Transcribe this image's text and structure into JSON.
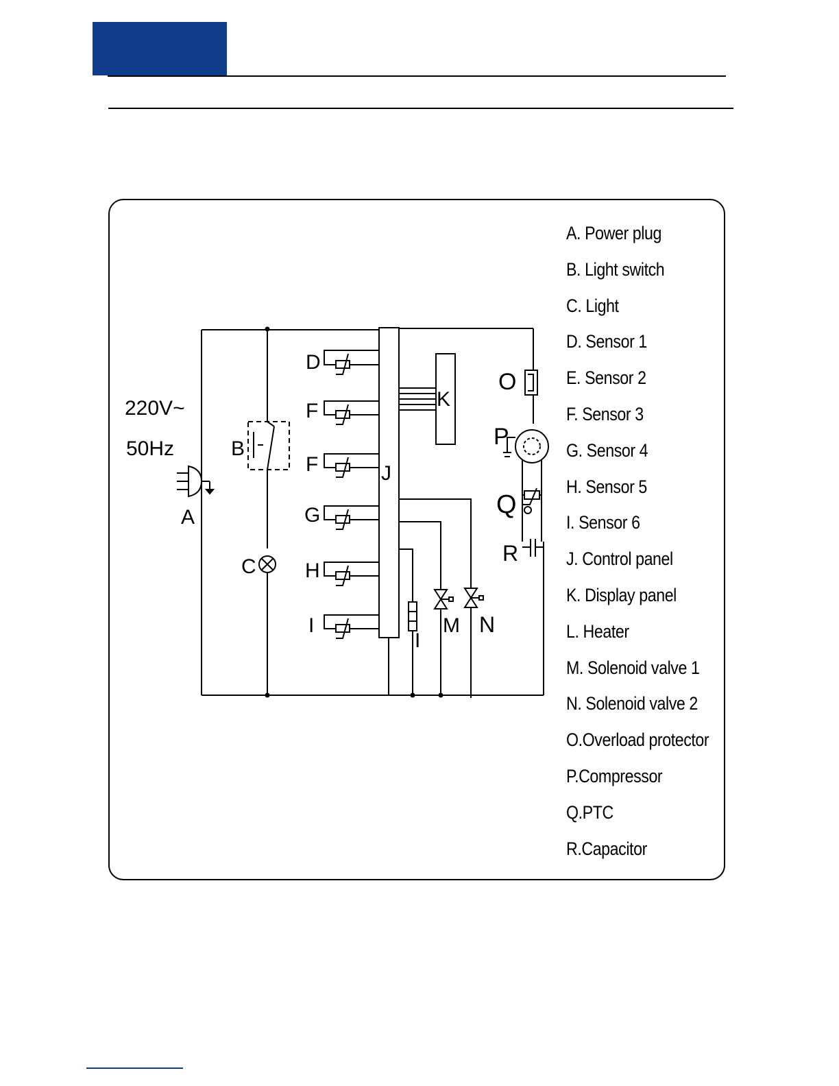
{
  "colors": {
    "header_accent": "#0f3d8c",
    "ink": "#000000"
  },
  "supply": {
    "voltage": "220V~",
    "frequency": "50Hz"
  },
  "diagram": {
    "letters": {
      "A": "A",
      "B": "B",
      "C": "C",
      "D": "D",
      "F": "F",
      "F2": "F",
      "G": "G",
      "H": "H",
      "I": "I",
      "J": "J",
      "K": "K",
      "L": "I",
      "M": "M",
      "N": "N",
      "O": "O",
      "P": "P",
      "Q": "Q",
      "R": "R"
    }
  },
  "legend": [
    "A. Power plug",
    "B. Light switch",
    "C. Light",
    "D. Sensor 1",
    "E. Sensor 2",
    "F. Sensor 3",
    "G. Sensor 4",
    "H. Sensor 5",
    "I.  Sensor 6",
    "J. Control panel",
    "K. Display panel",
    "L. Heater",
    "M. Solenoid valve 1",
    "N. Solenoid valve 2",
    "O.Overload protector",
    "P.Compressor",
    "Q.PTC",
    "R.Capacitor"
  ]
}
